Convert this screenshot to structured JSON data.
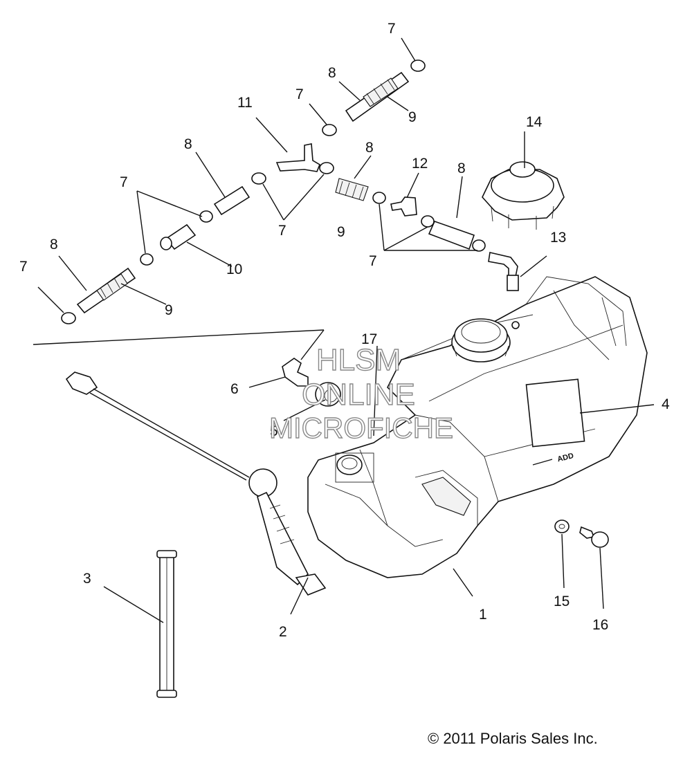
{
  "callouts": {
    "c7_top": "7",
    "c8_top": "8",
    "c9_top": "9",
    "c7_mid": "7",
    "c11": "11",
    "c8_mid": "8",
    "c8_center": "8",
    "c12": "12",
    "c14": "14",
    "c7_left": "7",
    "c7_lower_mid": "7",
    "c9_center": "9",
    "c8_right": "8",
    "c13": "13",
    "c10": "10",
    "c7_right_group": "7",
    "c8_left": "8",
    "c7_far_left": "7",
    "c9_left": "9",
    "c17": "17",
    "c6": "6",
    "c5": "5",
    "c4": "4",
    "c3": "3",
    "c2": "2",
    "c1": "1",
    "c15": "15",
    "c16": "16"
  },
  "decal_text": "ADD",
  "watermark": {
    "line1": "HLSM",
    "line2": "ONLINE",
    "line3": "MICROFICHE"
  },
  "copyright": "© 2011 Polaris Sales Inc."
}
